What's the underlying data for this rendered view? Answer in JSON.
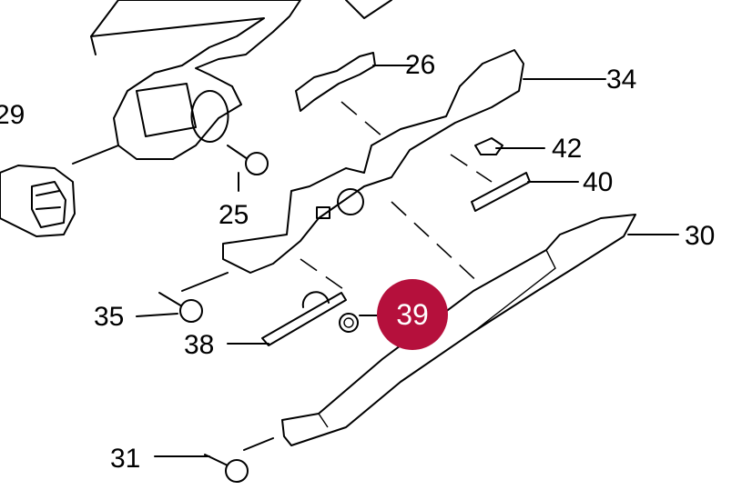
{
  "diagram": {
    "highlight_color": "#b5103c",
    "highlighted_part": "39",
    "labels": {
      "p26": "26",
      "p34": "34",
      "p29": "29",
      "p42": "42",
      "p40": "40",
      "p25": "25",
      "p30": "30",
      "p35": "35",
      "p38": "38",
      "p31": "31"
    }
  }
}
